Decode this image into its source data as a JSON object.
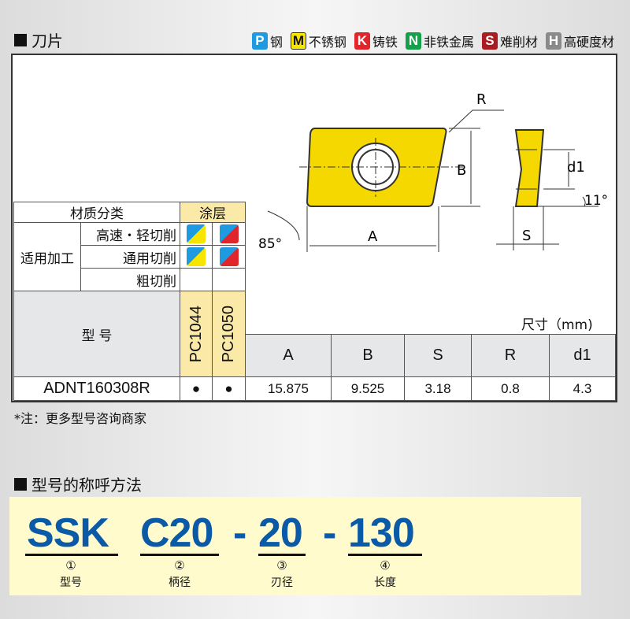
{
  "section1": {
    "title": "刀片"
  },
  "legend": [
    {
      "letter": "P",
      "label": "钢",
      "color": "#1e9be0"
    },
    {
      "letter": "M",
      "label": "不锈钢",
      "color": "#f7e500"
    },
    {
      "letter": "K",
      "label": "铸铁",
      "color": "#e0262a"
    },
    {
      "letter": "N",
      "label": "非铁金属",
      "color": "#16a04a"
    },
    {
      "letter": "S",
      "label": "难削材",
      "color": "#a81c22"
    },
    {
      "letter": "H",
      "label": "高硬度材",
      "color": "#8a8a8a"
    }
  ],
  "drawing": {
    "labels": {
      "R": "R",
      "B": "B",
      "A": "A",
      "S": "S",
      "d1": "d1",
      "angle1": "85°",
      "angle2": "11°"
    }
  },
  "table": {
    "material_header": "材质分类",
    "coating_header": "涂层",
    "application_label": "适用加工",
    "applications": [
      "高速・轻切削",
      "通用切削",
      "粗切削"
    ],
    "model_header": "型 号",
    "grades": [
      "PC1044",
      "PC1050"
    ],
    "grade_icons": [
      [
        "P",
        "M"
      ],
      [
        "P",
        "K"
      ]
    ],
    "dim_unit": "尺寸（mm)",
    "dim_headers": [
      "A",
      "B",
      "S",
      "R",
      "d1"
    ],
    "rows": [
      {
        "model": "ADNT160308R",
        "marks": [
          "●",
          "●"
        ],
        "dims": [
          "15.875",
          "9.525",
          "3.18",
          "0.8",
          "4.3"
        ]
      }
    ]
  },
  "note": "*注：更多型号咨询商家",
  "section2": {
    "title": "型号的称呼方法",
    "parts": [
      {
        "code": "SSK",
        "num": "①",
        "label": "型号"
      },
      {
        "code": "C20",
        "num": "②",
        "label": "柄径"
      },
      {
        "code": "20",
        "num": "③",
        "label": "刃径"
      },
      {
        "code": "130",
        "num": "④",
        "label": "长度"
      }
    ],
    "separator": "-"
  }
}
